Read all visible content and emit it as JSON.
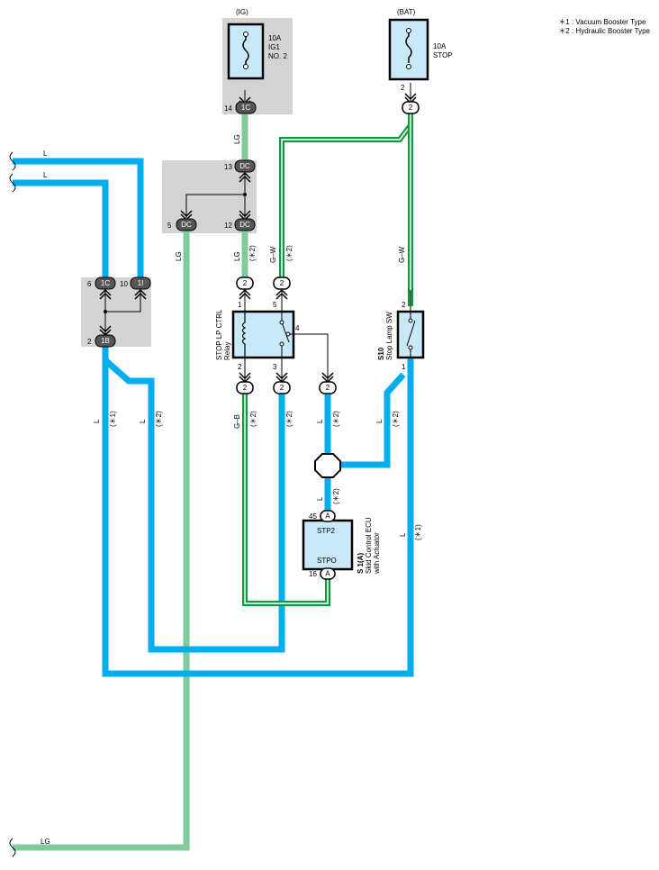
{
  "legend": {
    "note1": "＊1 : Vacuum Booster Type",
    "note2": "＊2 : Hydraulic Booster Type"
  },
  "fuses": {
    "ig": {
      "group": "(IG)",
      "rating": "10A",
      "name1": "IG1",
      "name2": "NO. 2"
    },
    "bat": {
      "group": "(BAT)",
      "rating": "10A",
      "name": "STOP"
    }
  },
  "relay": {
    "name": "STOP LP CTRL",
    "sub": "Relay"
  },
  "switch": {
    "code": "S10",
    "name": "Stop Lamp SW"
  },
  "ecu": {
    "code": "S 1(A)",
    "name": "Skid Control ECU",
    "sub": "with Actuator",
    "pin_top": "STP2",
    "pin_bottom": "STPO"
  },
  "connectors": {
    "c1C_top": "1C",
    "c1C_left": "1C",
    "c1I": "1I",
    "c1B": "1B",
    "dc13": "DC",
    "dc12": "DC",
    "dc5": "DC",
    "two": "2",
    "a": "A"
  },
  "pins": {
    "p14": "14",
    "p13": "13",
    "p12": "12",
    "p5": "5",
    "p6": "6",
    "p10": "10",
    "p2": "2",
    "p1": "1",
    "p3": "3",
    "p4": "4",
    "p45": "45",
    "p16": "16"
  },
  "wires": {
    "L": "L",
    "LG": "LG",
    "GW": "G–W",
    "GB": "G–B",
    "n1": "(＊1)",
    "n2": "(＊2)"
  },
  "colors": {
    "L": "#00aeef",
    "LG": "#7fcb9a",
    "G": "#0b9a3e",
    "shade": "#d4d4d4",
    "comp": "#c9e9f8"
  }
}
